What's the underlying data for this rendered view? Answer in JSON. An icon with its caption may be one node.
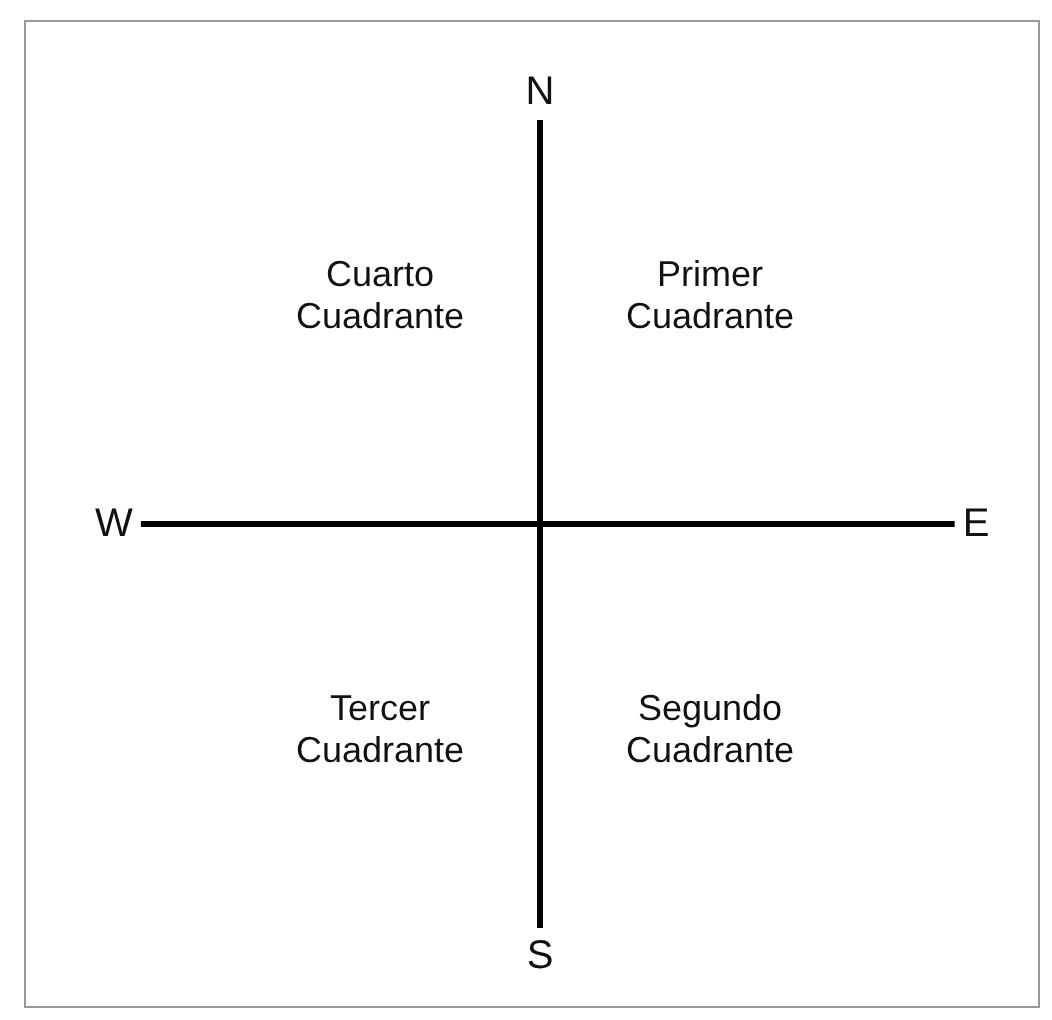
{
  "diagram": {
    "nodes": [
      {
        "text": [
          "N"
        ]
      },
      {
        "text": [
          "W"
        ]
      },
      {
        "text": [
          "E"
        ]
      },
      {
        "text": [
          "S"
        ]
      }
    ],
    "edges": [
      {
        "from": 0,
        "to": 3,
        "arrow": "none"
      },
      {
        "from": 1,
        "to": 2,
        "arrow": "none"
      }
    ],
    "labels": [
      "Cuarto Cuadrante",
      "Primer Cuadrante",
      "Tercer Cuadrante",
      "Segundo Cuadrante"
    ]
  }
}
